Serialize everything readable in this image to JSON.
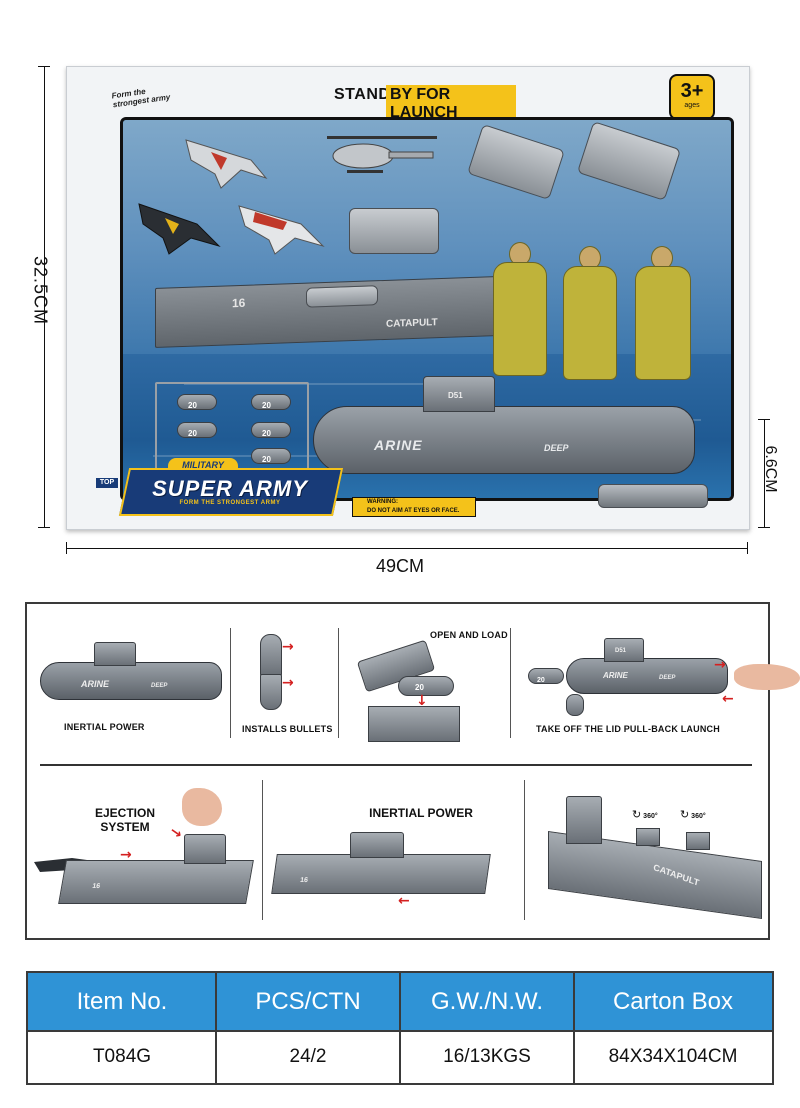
{
  "box": {
    "form_text": "Form the strongest army",
    "header_prefix": "STAND",
    "header_highlight": "BY FOR LAUNCH",
    "age": "3+",
    "age_sub": "ages",
    "brand_top": "TOP",
    "brand_military": "MILITARY",
    "brand_main": "SUPER ARMY",
    "brand_small": "FORM THE STRONGEST ARMY",
    "warning_line1": "WARNING:",
    "warning_line2": "DO NOT AIM AT EYES OR FACE.",
    "deck_number": "16",
    "deck_label": "CATAPULT",
    "sub_number": "D51",
    "sub_label": "ARINE",
    "sub_label2": "DEEP",
    "torpedo_label": "20"
  },
  "dimensions": {
    "height": "32.5CM",
    "width": "49CM",
    "depth": "6.6CM"
  },
  "instructions": {
    "step1": "INERTIAL POWER",
    "step2": "INSTALLS BULLETS",
    "step3_title": "OPEN AND LOAD",
    "step4": "TAKE OFF THE LID PULL-BACK LAUNCH",
    "step5_line1": "EJECTION",
    "step5_line2": "SYSTEM",
    "step6": "INERTIAL POWER",
    "rotate_label_1": "360°",
    "rotate_label_2": "360°",
    "deck_label": "CATAPULT",
    "deck_number": "16",
    "sub_label": "ARINE",
    "sub_label2": "DEEP",
    "sub_number": "D51",
    "torpedo_label": "20"
  },
  "table": {
    "headers": [
      "Item No.",
      "PCS/CTN",
      "G.W./N.W.",
      "Carton Box"
    ],
    "row": [
      "T084G",
      "24/2",
      "16/13KGS",
      "84X34X104CM"
    ]
  },
  "colors": {
    "table_header": "#2f93d6",
    "accent_yellow": "#f4c21a",
    "brand_blue": "#183b78",
    "arrow_red": "#d42020"
  }
}
